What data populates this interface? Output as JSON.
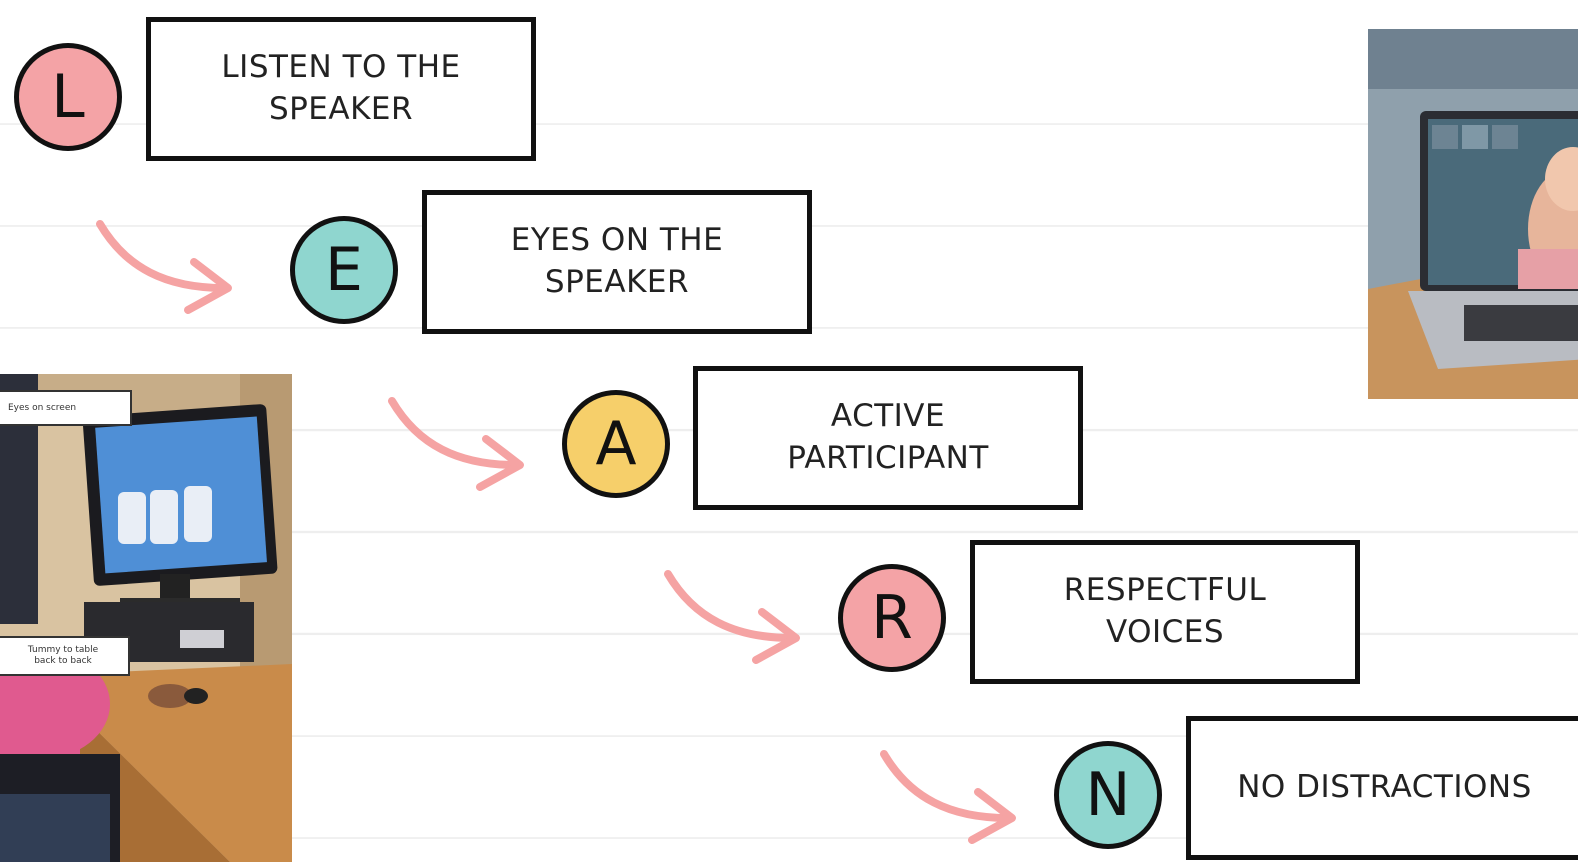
{
  "colors": {
    "pink": "#f4a3a6",
    "teal": "#8fd6cf",
    "yellow": "#f6cf6a",
    "arrow": "#f5a3a3",
    "ink": "#111111"
  },
  "steps": [
    {
      "letter": "L",
      "text": "LISTEN TO THE\nSPEAKER",
      "color": "pink"
    },
    {
      "letter": "E",
      "text": "EYES ON THE\nSPEAKER",
      "color": "teal"
    },
    {
      "letter": "A",
      "text": "ACTIVE\nPARTICIPANT",
      "color": "yellow"
    },
    {
      "letter": "R",
      "text": "RESPECTFUL\nVOICES",
      "color": "pink"
    },
    {
      "letter": "N",
      "text": "NO DISTRACTIONS",
      "color": "teal"
    }
  ],
  "left_photo": {
    "label_top": "Eyes on screen",
    "label_bottom": "Tummy to table\nback to back"
  },
  "right_photo": {}
}
